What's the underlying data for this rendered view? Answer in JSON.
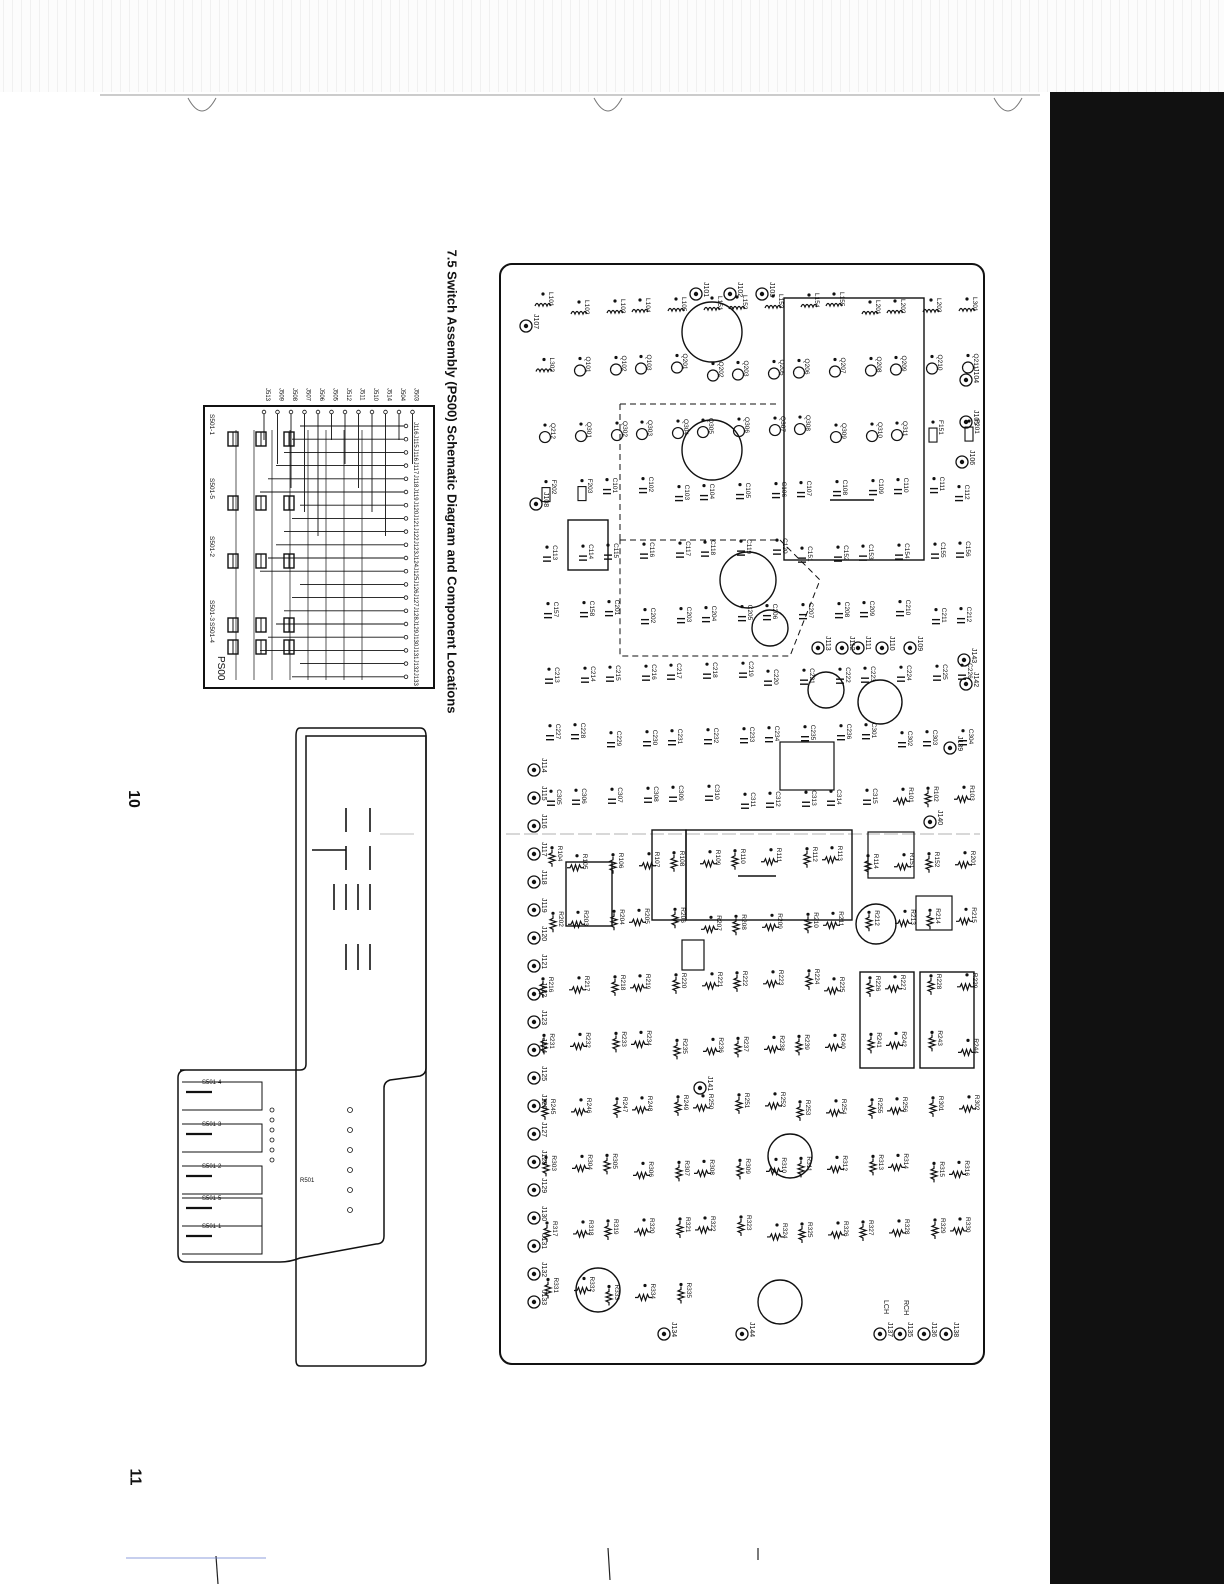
{
  "section_title": "7.5 Switch Assembly (PS00) Schematic Diagram and Component Locations",
  "page_left": "10",
  "page_right": "11",
  "schematic": {
    "board_label": "PS00",
    "switch_labels": [
      "S501-1",
      "S501-5",
      "S501-2",
      "S501-3",
      "S501-4"
    ],
    "left_pins": [
      "J513",
      "J509",
      "J508",
      "J507",
      "J506",
      "J505",
      "J512",
      "J511",
      "J510",
      "J514",
      "J504",
      "J503"
    ],
    "right_pins": [
      "J116",
      "J115",
      "J116",
      "J117",
      "J118",
      "J119",
      "J120",
      "J121",
      "J122",
      "J123",
      "J124",
      "J125",
      "J126",
      "J127",
      "J128",
      "J129",
      "J130",
      "J131",
      "J132",
      "J133"
    ]
  },
  "switch_board": {
    "labels": [
      "S501-4",
      "S501-3",
      "S501-2",
      "S501-5",
      "S501-1",
      "R501"
    ]
  },
  "main_board": {
    "top_jacks": [
      "J101",
      "J102",
      "J103",
      "J104",
      "J105",
      "J106",
      "J107",
      "J108"
    ],
    "left_jacks": [
      "J114",
      "J115",
      "J116",
      "J117",
      "J118",
      "J119",
      "J120",
      "J121",
      "J122",
      "J123",
      "J124",
      "J125",
      "J126",
      "J127",
      "J128",
      "J129",
      "J130",
      "J131",
      "J132",
      "J133"
    ],
    "right_jacks": [
      "J109",
      "J110",
      "J111",
      "J112",
      "J113",
      "J139",
      "J140",
      "J142",
      "J143"
    ],
    "bottom_jacks": [
      "J134",
      "J135",
      "J136",
      "J137",
      "J138",
      "J141",
      "J144"
    ],
    "channel_labels": [
      "RCH",
      "LCH"
    ],
    "labels": [
      "L101",
      "L102",
      "L103",
      "L104",
      "L105",
      "L151",
      "L152",
      "L153",
      "L154",
      "L155",
      "L201",
      "L202",
      "L203",
      "L301",
      "L302",
      "Q101",
      "Q102",
      "Q103",
      "Q201",
      "Q202",
      "Q203",
      "Q205",
      "Q206",
      "Q207",
      "Q208",
      "Q209",
      "Q210",
      "Q211",
      "Q212",
      "Q301",
      "Q302",
      "Q303",
      "Q304",
      "Q305",
      "Q306",
      "Q307",
      "Q308",
      "Q309",
      "Q310",
      "Q311",
      "F151",
      "F201",
      "F202",
      "F203",
      "C101",
      "C102",
      "C103",
      "C104",
      "C105",
      "C106",
      "C107",
      "C108",
      "C109",
      "C110",
      "C111",
      "C112",
      "C113",
      "C114",
      "C115",
      "C116",
      "C117",
      "C118",
      "C119",
      "C120",
      "C151",
      "C152",
      "C153",
      "C154",
      "C155",
      "C156",
      "C157",
      "C158",
      "C201",
      "C202",
      "C203",
      "C204",
      "C205",
      "C206",
      "C207",
      "C208",
      "C209",
      "C210",
      "C211",
      "C212",
      "C213",
      "C214",
      "C215",
      "C216",
      "C217",
      "C218",
      "C219",
      "C220",
      "C221",
      "C222",
      "C223",
      "C224",
      "C225",
      "C226",
      "C227",
      "C228",
      "C229",
      "C230",
      "C231",
      "C232",
      "C233",
      "C234",
      "C235",
      "C236",
      "C301",
      "C302",
      "C303",
      "C304",
      "C305",
      "C306",
      "C307",
      "C308",
      "C309",
      "C310",
      "C311",
      "C312",
      "C313",
      "C314",
      "C315",
      "R101",
      "R102",
      "R103",
      "R104",
      "R105",
      "R106",
      "R107",
      "R108",
      "R109",
      "R110",
      "R111",
      "R112",
      "R113",
      "R114",
      "R151",
      "R152",
      "R201",
      "R202",
      "R203",
      "R204",
      "R205",
      "R206",
      "R207",
      "R208",
      "R209",
      "R210",
      "R211",
      "R212",
      "R213",
      "R214",
      "R215",
      "R216",
      "R217",
      "R218",
      "R219",
      "R220",
      "R221",
      "R222",
      "R223",
      "R224",
      "R225",
      "R226",
      "R227",
      "R228",
      "R229",
      "R231",
      "R232",
      "R233",
      "R234",
      "R235",
      "R236",
      "R237",
      "R238",
      "R239",
      "R240",
      "R241",
      "R242",
      "R243",
      "R244",
      "R245",
      "R246",
      "R247",
      "R248",
      "R249",
      "R250",
      "R251",
      "R252",
      "R253",
      "R254",
      "R255",
      "R256",
      "R301",
      "R302",
      "R303",
      "R304",
      "R305",
      "R306",
      "R307",
      "R308",
      "R309",
      "R310",
      "R311",
      "R312",
      "R313",
      "R314",
      "R315",
      "R316",
      "R317",
      "R318",
      "R319",
      "R320",
      "R321",
      "R322",
      "R323",
      "R324",
      "R325",
      "R326",
      "R327",
      "R328",
      "R329",
      "R330",
      "R331",
      "R332",
      "R333",
      "R334",
      "R335"
    ]
  }
}
